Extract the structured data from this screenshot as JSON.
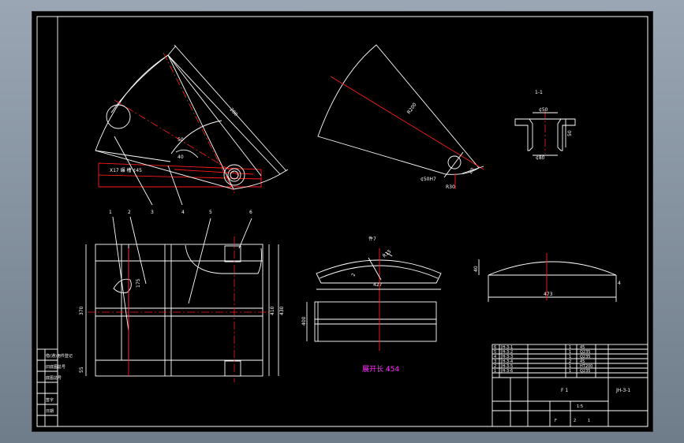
{
  "drawing": {
    "top_view": {
      "dims": {
        "length": "280",
        "angle1": "50",
        "angle2": "40",
        "base_label": "X17 碾 槽 ¢45"
      },
      "balloons": [
        "1",
        "2",
        "3",
        "4",
        "5",
        "6"
      ]
    },
    "front_view": {
      "dims": {
        "height": "370",
        "overall": "430",
        "right1": "410",
        "hole": "175",
        "bottom": "55"
      }
    },
    "sector_view": {
      "dims": {
        "radius": "R200",
        "hole": "¢50H7",
        "small1": "R30",
        "small2": "20"
      }
    },
    "section_view": {
      "title": "1-1",
      "dims": {
        "top": "¢50",
        "right": "50",
        "bottom": "¢80"
      }
    },
    "part_view": {
      "title": "件7",
      "dims": {
        "width": "427",
        "height": "400",
        "radius": "R15",
        "thickness": "2"
      },
      "note": "展开长 454"
    },
    "arc_view": {
      "dims": {
        "rise": "40",
        "chord": "473",
        "edge": "4"
      }
    },
    "title_block": {
      "drawing_no": "JH-3-1",
      "part_label": "F 1",
      "bottom_labels": [
        "F",
        "2",
        "1"
      ],
      "rows": [
        {
          "no": "6",
          "code": "JH-3-1",
          "qty": "1",
          "mat": "45"
        },
        {
          "no": "5",
          "code": "JH-3-2",
          "qty": "1",
          "mat": "Q235"
        },
        {
          "no": "4",
          "code": "JH-3-3",
          "qty": "1",
          "mat": "Q235"
        },
        {
          "no": "3",
          "code": "JH-3-4",
          "qty": "2",
          "mat": "45"
        },
        {
          "no": "2",
          "code": "JH-3-5",
          "qty": "1",
          "mat": "HT200"
        },
        {
          "no": "1",
          "code": "JH-3-6",
          "qty": "1",
          "mat": "Q235"
        }
      ],
      "scale": "1:5"
    },
    "left_strip": {
      "labels": [
        "借(通)用件登记",
        "旧底图总号",
        "底图总号",
        "签字",
        "日期"
      ]
    }
  }
}
